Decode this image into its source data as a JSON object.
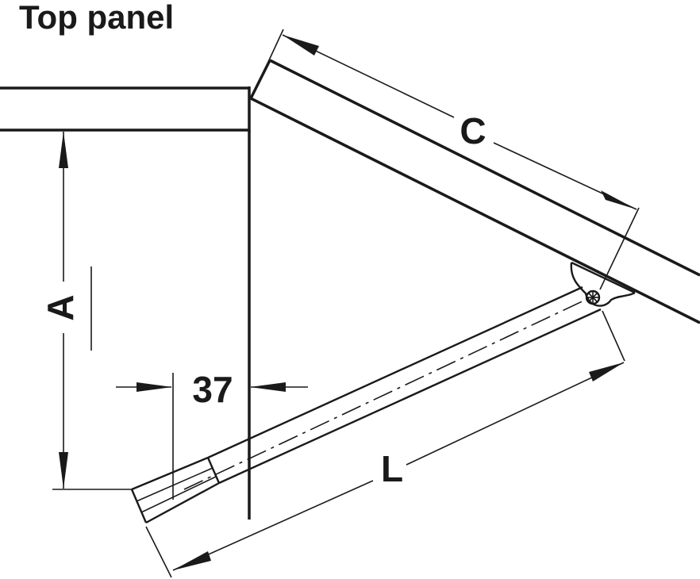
{
  "title": "Top panel",
  "dimensions": {
    "A": "A",
    "C": "C",
    "L": "L",
    "offset": "37"
  }
}
